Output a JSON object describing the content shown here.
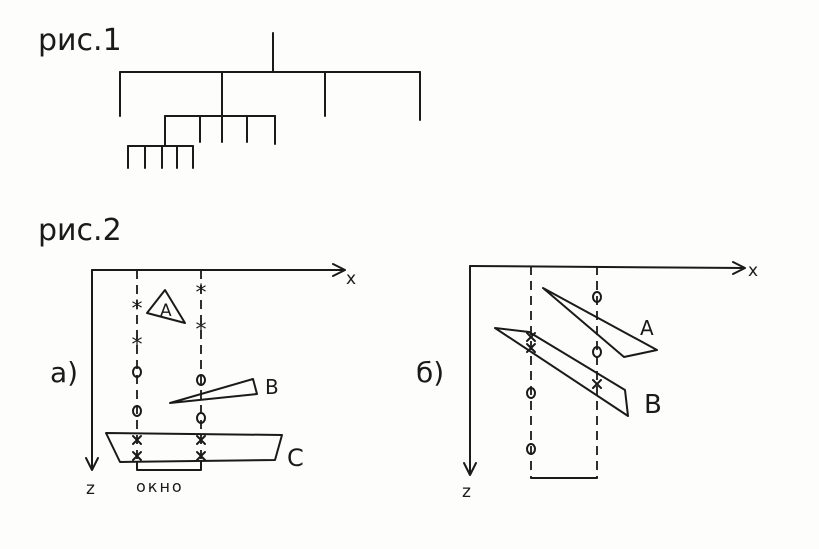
{
  "fig1": {
    "caption": "рис.1"
  },
  "fig2": {
    "caption": "рис.2",
    "a": {
      "label": "а)",
      "x_axis": "x",
      "z_axis": "z",
      "obj_a": "A",
      "obj_b": "B",
      "obj_c": "C",
      "window": "окно"
    },
    "b": {
      "label": "б)",
      "x_axis": "x",
      "z_axis": "z",
      "obj_a": "A",
      "obj_b": "B"
    }
  }
}
